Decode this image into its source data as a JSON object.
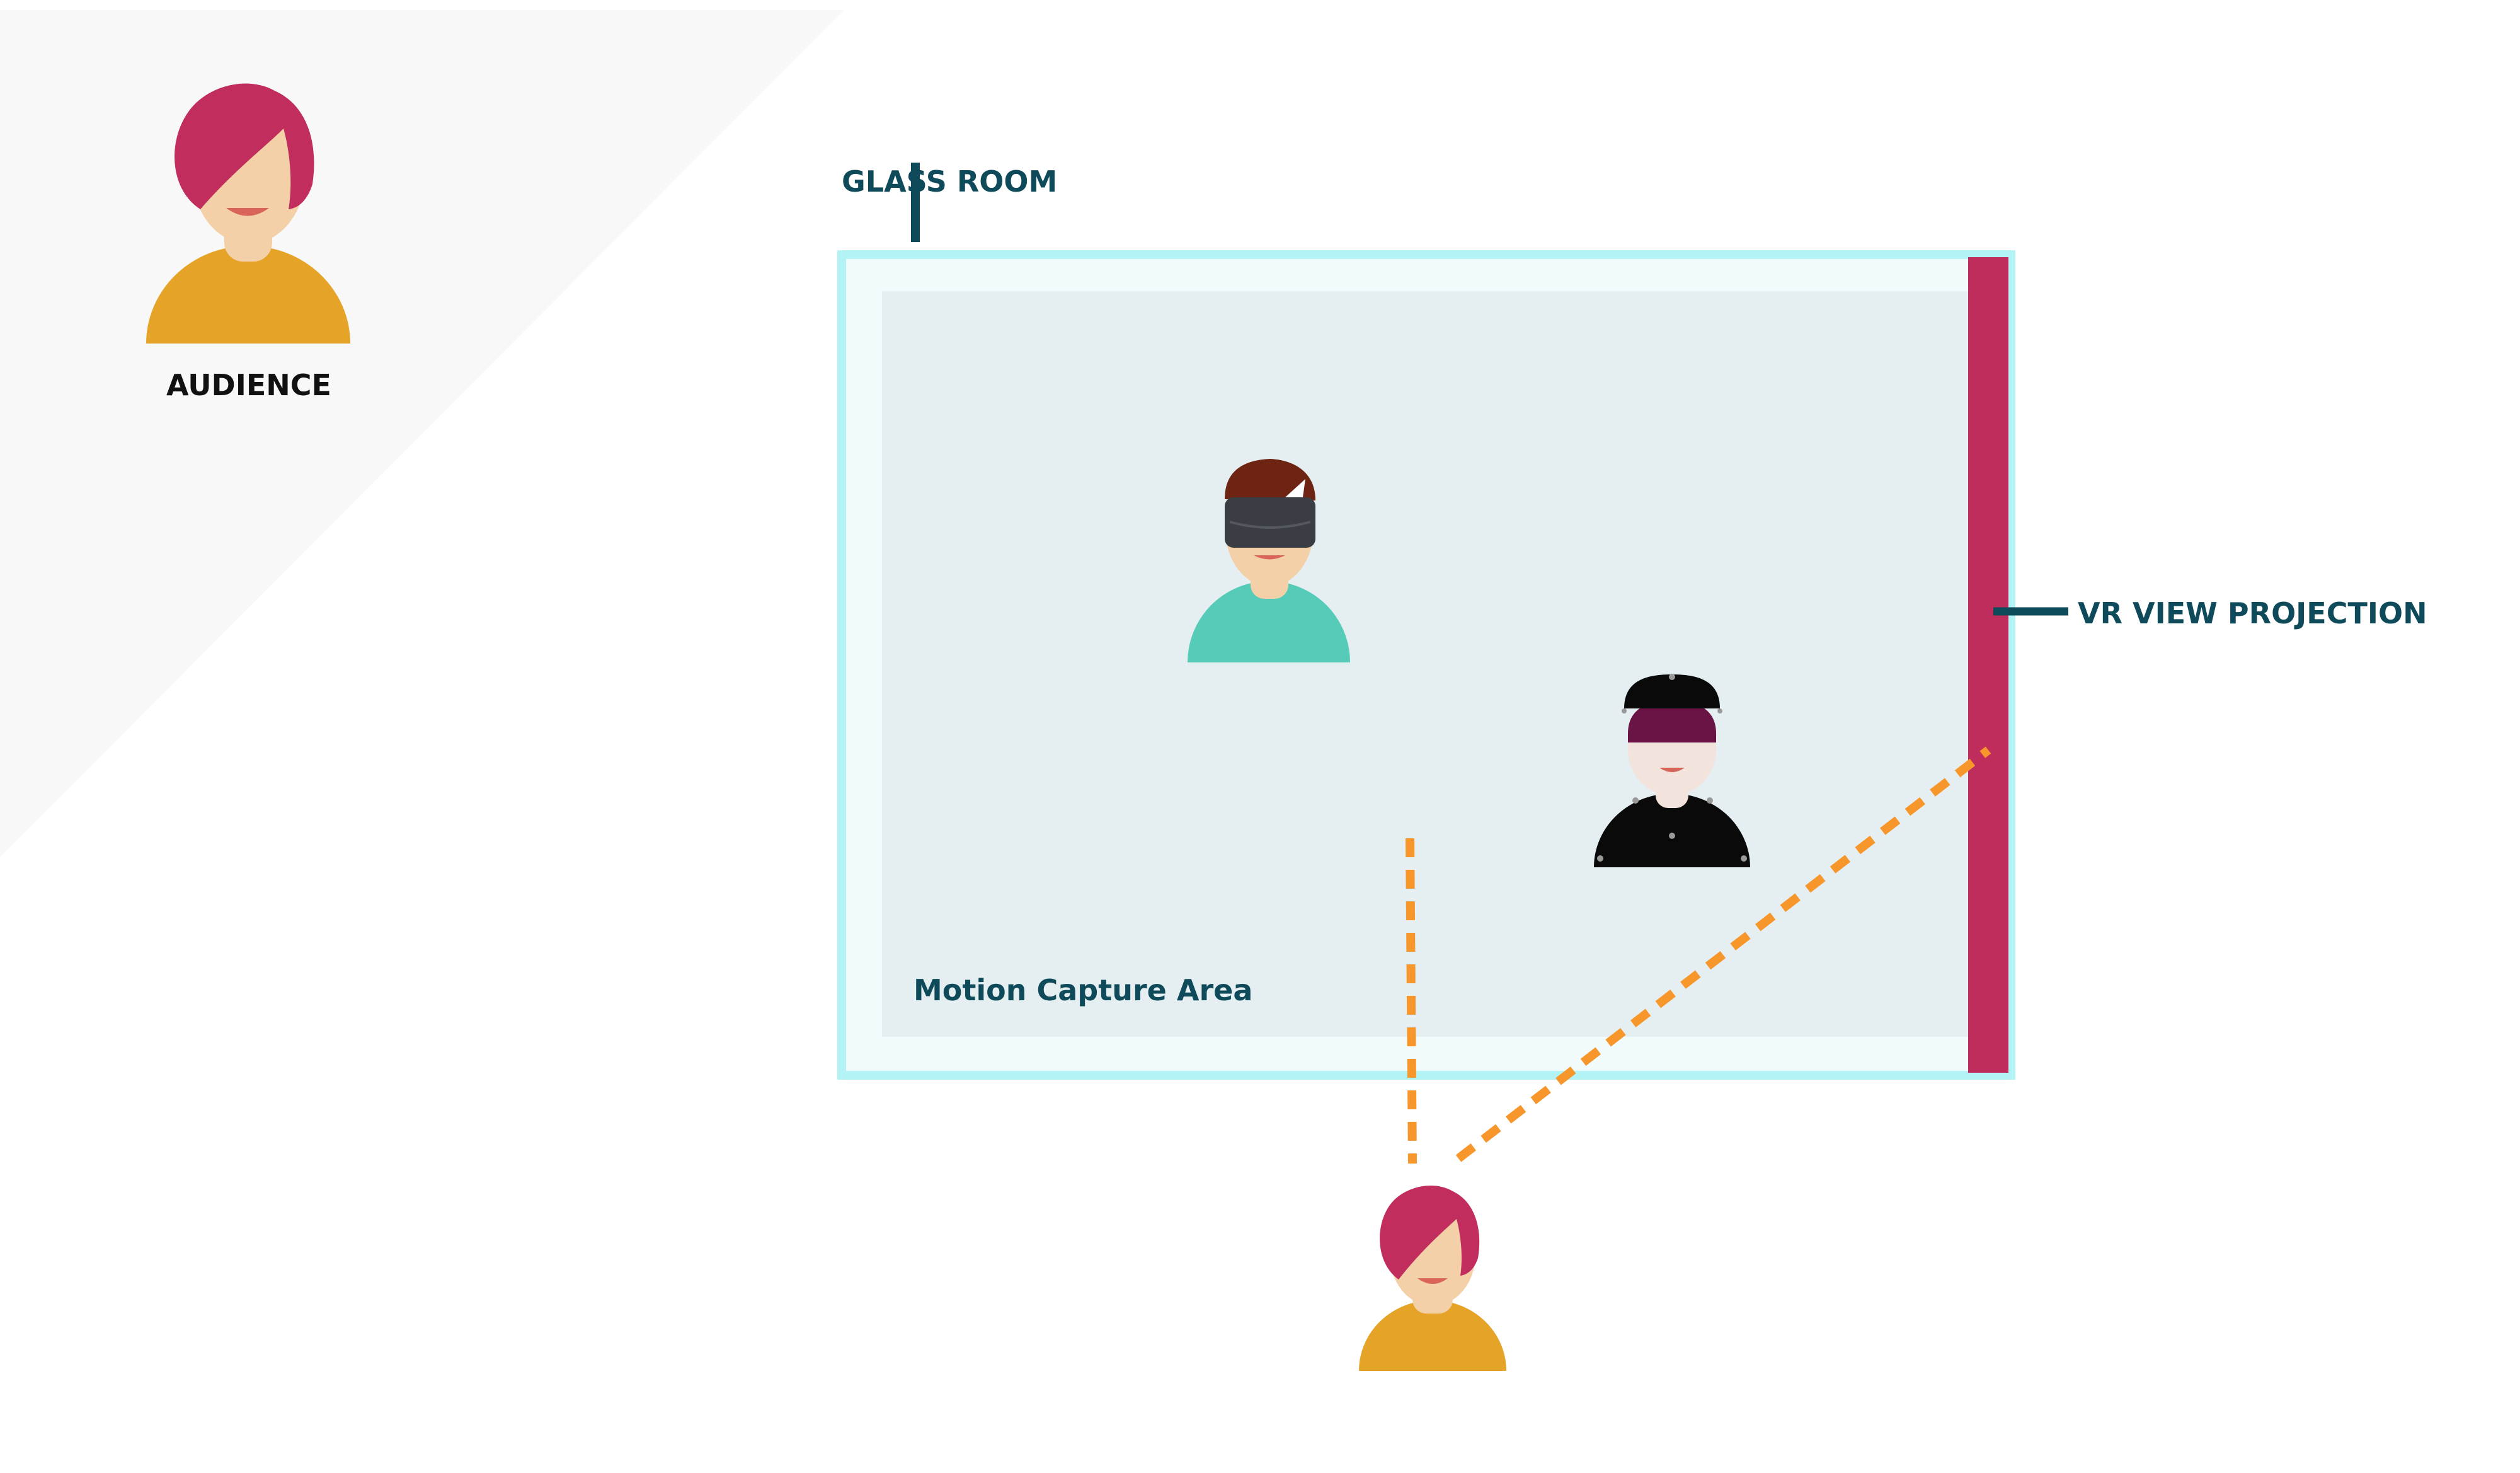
{
  "labels": {
    "audience": "AUDIENCE",
    "glass_room": "GLASS ROOM",
    "vr_view_projection": "VR VIEW PROJECTION",
    "motion_capture_area": "Motion Capture Area"
  },
  "colors": {
    "audience_zone": "#f7f8f7",
    "glass_border": "#b4f3f5",
    "glass_inner": "#f2fbfc",
    "capture_floor": "#e5eef0",
    "projection_wall": "#bf2d5c",
    "label_teal": "#0e4a5a",
    "sightline": "#f7962b",
    "audience_hair": "#c12d5c",
    "audience_shirt": "#e5a327",
    "skin": "#f3d0a8",
    "vr_user_shirt": "#56cbb8",
    "vr_user_hair": "#6e2412",
    "vr_headset": "#3a3d44",
    "mocap_suit": "#0a0a0a",
    "mocap_hair": "#6a1446"
  },
  "icons": {
    "audience_person": "audience-person-icon",
    "vr_user": "vr-headset-user-icon",
    "mocap_performer": "mocap-suit-performer-icon",
    "spectator": "spectator-person-icon"
  }
}
